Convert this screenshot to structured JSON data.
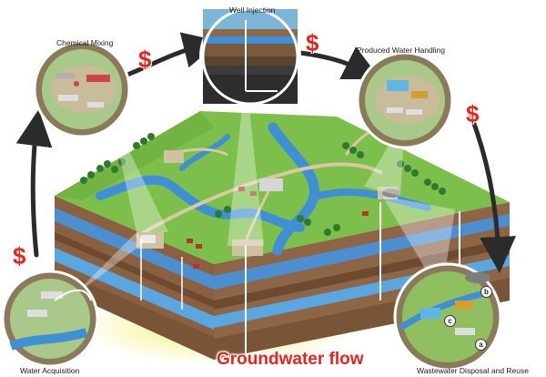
{
  "stages": {
    "chemical_mixing": "Chemical Mixing",
    "well_injection": "Well Injection",
    "produced_water_handling": "Produced Water Handling",
    "wastewater_disposal_reuse": "Wastewater Disposal and Reuse",
    "water_acquisition": "Water Acquisition"
  },
  "cost_symbol": "$",
  "groundwater_label": "Groundwater flow",
  "markers": {
    "a": "a",
    "b": "b",
    "c": "c"
  },
  "colors": {
    "cost_red": "#e8251c",
    "grass": "#7cbf4a",
    "water": "#3f8fd6",
    "soil": "#9a6b45",
    "aquifer": "#5aa6e0",
    "cycle_arrow": "#2b2b2b",
    "highlight_yellow": "#f4ec4a"
  }
}
